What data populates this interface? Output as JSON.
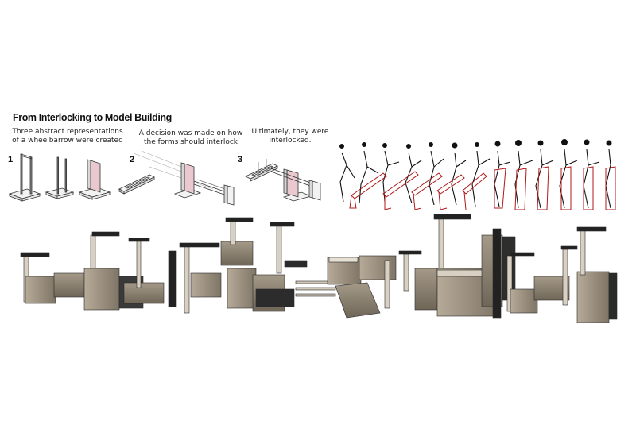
{
  "title": "From Interlocking to Model Building",
  "steps": [
    {
      "number": "1",
      "caption_line1": "Three abstract representations",
      "caption_line2": "of a wheelbarrow were created"
    },
    {
      "number": "2",
      "caption_line1": "A decision was made on how",
      "caption_line2": "the forms should interlock"
    },
    {
      "number": "3",
      "caption_line1": "Ultimately, they were",
      "caption_line2": "interlocked."
    }
  ],
  "colors": {
    "line": "#333333",
    "panel": "#e9c9cf",
    "accent": "#b01818",
    "wood": "#9a8f80",
    "dark": "#1c1c1c"
  }
}
